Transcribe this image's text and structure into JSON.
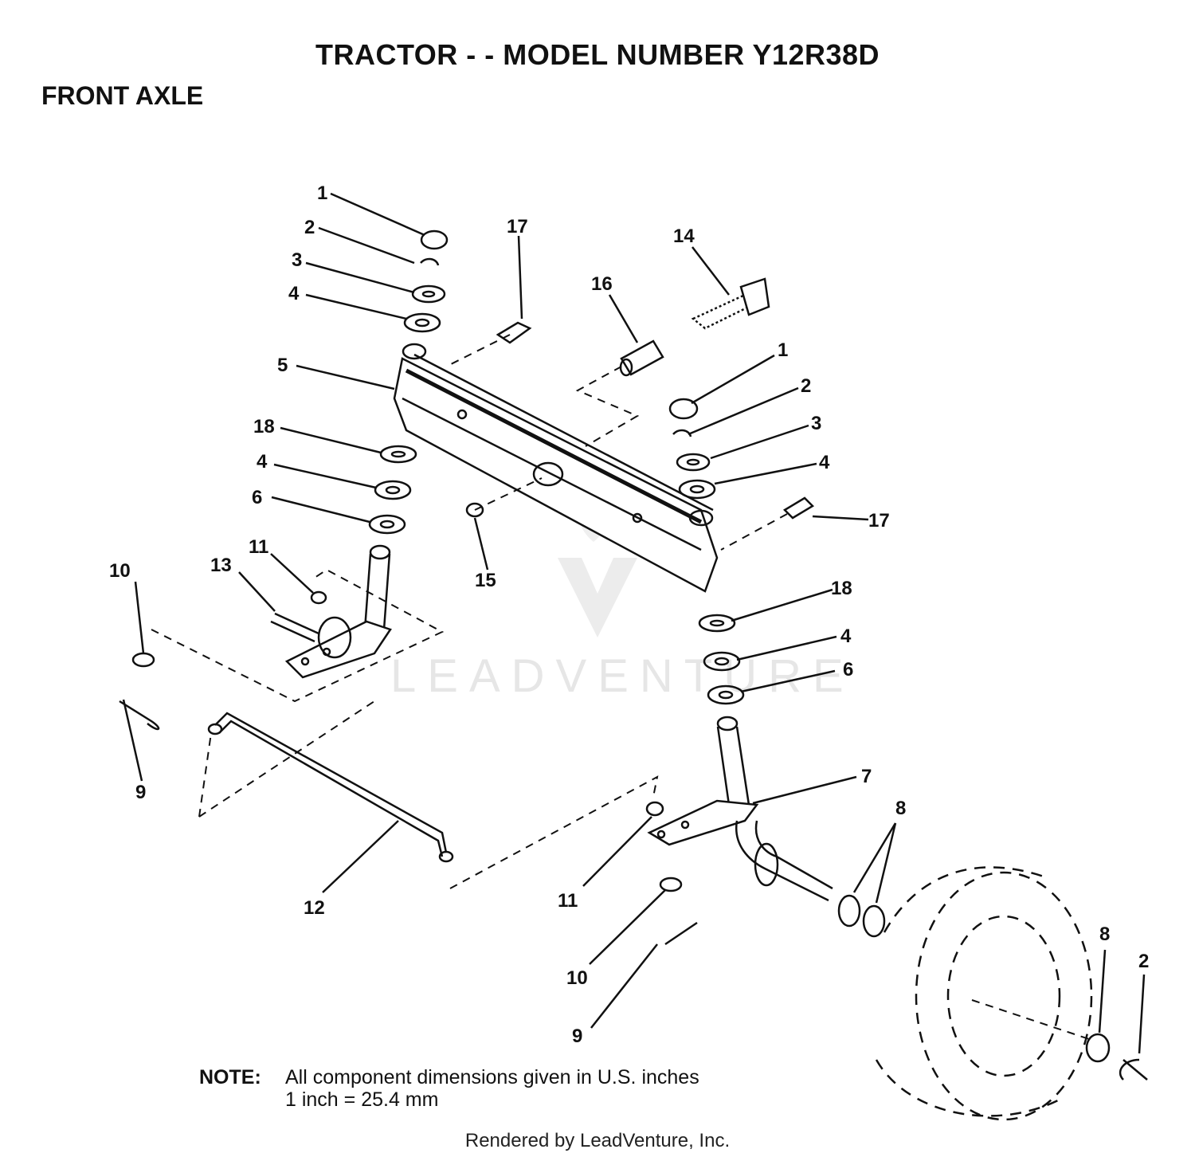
{
  "header": {
    "title": "TRACTOR - - MODEL NUMBER Y12R38D",
    "section": "FRONT AXLE"
  },
  "note": {
    "label": "NOTE:",
    "line1": "All component dimensions given in U.S. inches",
    "line2": "1 inch = 25.4 mm"
  },
  "footer": "Rendered by LeadVenture, Inc.",
  "watermark": "LEADVENTURE",
  "callouts": [
    {
      "id": "c1a",
      "text": "1"
    },
    {
      "id": "c2a",
      "text": "2"
    },
    {
      "id": "c3a",
      "text": "3"
    },
    {
      "id": "c4a",
      "text": "4"
    },
    {
      "id": "c5",
      "text": "5"
    },
    {
      "id": "c18a",
      "text": "18"
    },
    {
      "id": "c4b",
      "text": "4"
    },
    {
      "id": "c6a",
      "text": "6"
    },
    {
      "id": "c17a",
      "text": "17"
    },
    {
      "id": "c14",
      "text": "14"
    },
    {
      "id": "c16",
      "text": "16"
    },
    {
      "id": "c1b",
      "text": "1"
    },
    {
      "id": "c2b",
      "text": "2"
    },
    {
      "id": "c3b",
      "text": "3"
    },
    {
      "id": "c4c",
      "text": "4"
    },
    {
      "id": "c17b",
      "text": "17"
    },
    {
      "id": "c15",
      "text": "15"
    },
    {
      "id": "c10a",
      "text": "10"
    },
    {
      "id": "c13",
      "text": "13"
    },
    {
      "id": "c11a",
      "text": "11"
    },
    {
      "id": "c9a",
      "text": "9"
    },
    {
      "id": "c18b",
      "text": "18"
    },
    {
      "id": "c4d",
      "text": "4"
    },
    {
      "id": "c6b",
      "text": "6"
    },
    {
      "id": "c7",
      "text": "7"
    },
    {
      "id": "c8a",
      "text": "8"
    },
    {
      "id": "c12",
      "text": "12"
    },
    {
      "id": "c11b",
      "text": "11"
    },
    {
      "id": "c10b",
      "text": "10"
    },
    {
      "id": "c9b",
      "text": "9"
    },
    {
      "id": "c8b",
      "text": "8"
    },
    {
      "id": "c2c",
      "text": "2"
    }
  ]
}
